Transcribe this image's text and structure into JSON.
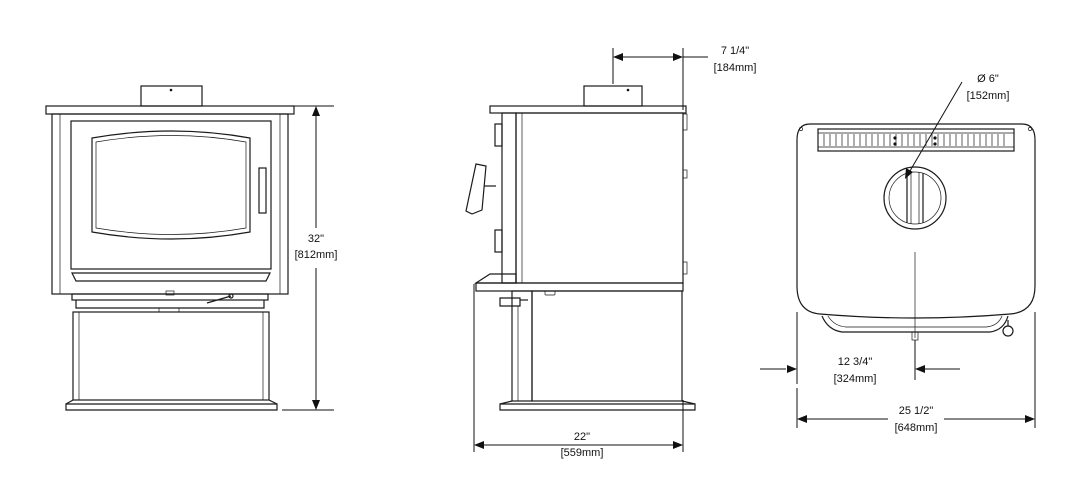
{
  "dimensions": {
    "height": {
      "imperial": "32\"",
      "metric": "[812mm]"
    },
    "flue_setback": {
      "imperial": "7 1/4\"",
      "metric": "[184mm]"
    },
    "flue_diameter": {
      "imperial": "Ø 6\"",
      "metric": "[152mm]"
    },
    "depth": {
      "imperial": "22\"",
      "metric": "[559mm]"
    },
    "flue_offset": {
      "imperial": "12 3/4\"",
      "metric": "[324mm]"
    },
    "width": {
      "imperial": "25 1/2\"",
      "metric": "[648mm]"
    }
  },
  "colors": {
    "line": "#1a1a1a",
    "background": "#ffffff"
  }
}
